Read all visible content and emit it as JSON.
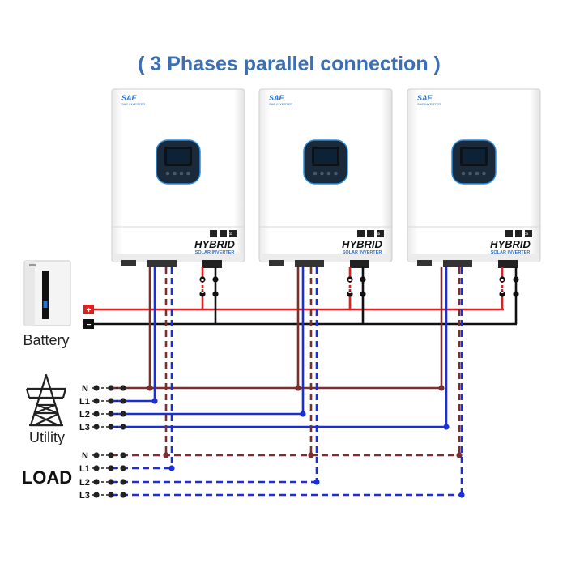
{
  "diagram": {
    "title": "( 3 Phases parallel connection )",
    "battery_label": "Battery",
    "utility_label": "Utility",
    "load_label": "LOAD",
    "battery_plus": "+",
    "battery_minus": "−",
    "utility_lines": [
      "N",
      "L1",
      "L2",
      "L3"
    ],
    "load_lines": [
      "N",
      "L1",
      "L2",
      "L3"
    ],
    "inverter": {
      "product_name": "HYBRID",
      "product_sub": "SOLAR INVERTER",
      "logo": "SAE",
      "brand_text": "SAE INVERTER",
      "lcd_label": "LCD"
    },
    "colors": {
      "title": "#3a6fb5",
      "positive": "#e02020",
      "negative": "#111111",
      "neutral": "#7a2e2e",
      "phase": "#1a2fd6"
    }
  }
}
